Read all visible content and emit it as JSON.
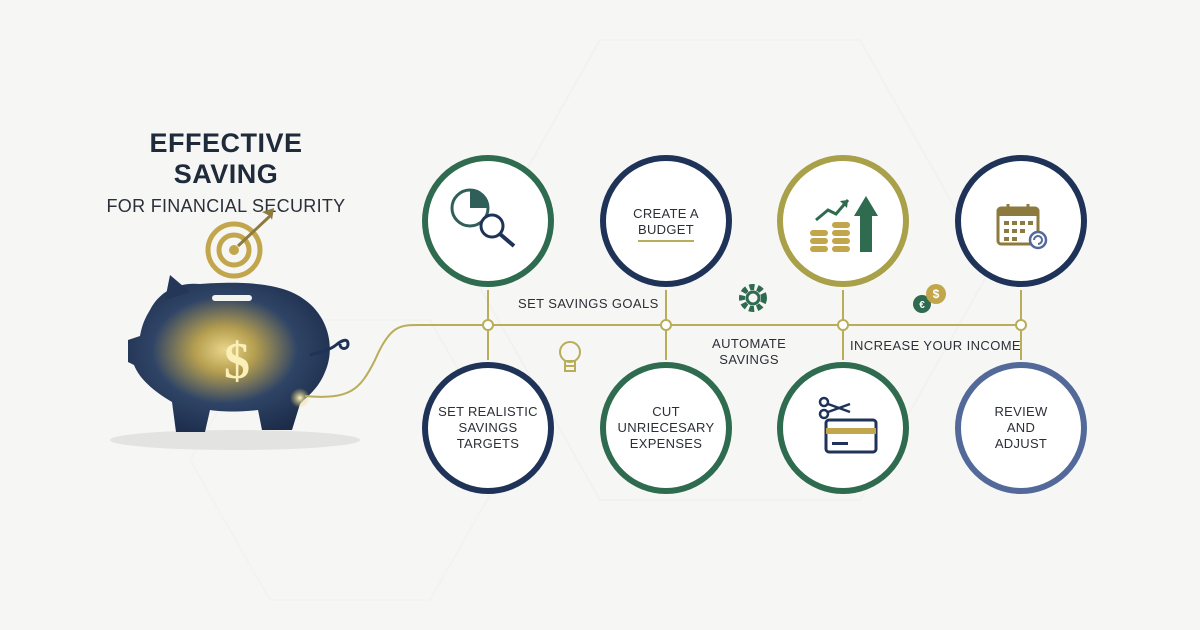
{
  "header": {
    "title": "EFFECTIVE SAVING",
    "subtitle": "FOR FINANCIAL SECURITY"
  },
  "top_circles": [
    {
      "icon": "pie-chart-magnifier-icon",
      "label": "",
      "color": "#2e6b4f"
    },
    {
      "icon": "",
      "label_line1": "CREATE A",
      "label_line2": "BUDGET",
      "color": "#1f3358"
    },
    {
      "icon": "coins-growth-arrow-icon",
      "label": "",
      "color": "#a9a04a"
    },
    {
      "icon": "calendar-icon",
      "label": "",
      "color": "#1f3358"
    }
  ],
  "bottom_circles": [
    {
      "label_line1": "SET REALISTIC",
      "label_line2": "SAVINGS",
      "label_line3": "TARGETS",
      "color": "#1f3358"
    },
    {
      "label_line1": "CUT",
      "label_line2": "UNRIECESARY",
      "label_line3": "EXPENSES",
      "color": "#2e6b4f"
    },
    {
      "icon": "scissors-credit-card-icon",
      "color": "#2e6b4f"
    },
    {
      "label_line1": "REVIEW",
      "label_line2": "AND",
      "label_line3": "ADJUST",
      "color": "#52699a"
    }
  ],
  "flow_labels": {
    "set_goals": "SET SAVINGS GOALS",
    "automate_line1": "AUTOMATE",
    "automate_line2": "SAVINGS",
    "increase_income": "INCREASE YOUR INCOME"
  },
  "colors": {
    "navy": "#1f3358",
    "green": "#2e6b4f",
    "gold": "#a9a04a",
    "line": "#b9ad5a"
  }
}
